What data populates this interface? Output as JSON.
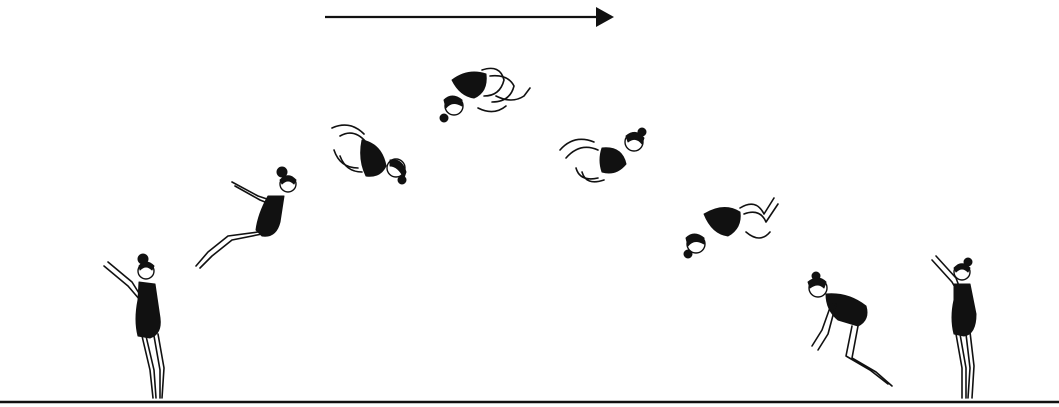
{
  "diagram": {
    "type": "gymnastics-flip-sequence",
    "direction_arrow": "right",
    "figures": [
      {
        "pose": "standing-arms-raised"
      },
      {
        "pose": "takeoff-pike"
      },
      {
        "pose": "tuck-rising"
      },
      {
        "pose": "tuck-inverted-top"
      },
      {
        "pose": "tuck-descending"
      },
      {
        "pose": "tuck-descending-late"
      },
      {
        "pose": "landing-crouch"
      },
      {
        "pose": "standing-arms-raised-landed"
      }
    ],
    "colors": {
      "ink": "#111111",
      "background": "#ffffff"
    }
  }
}
